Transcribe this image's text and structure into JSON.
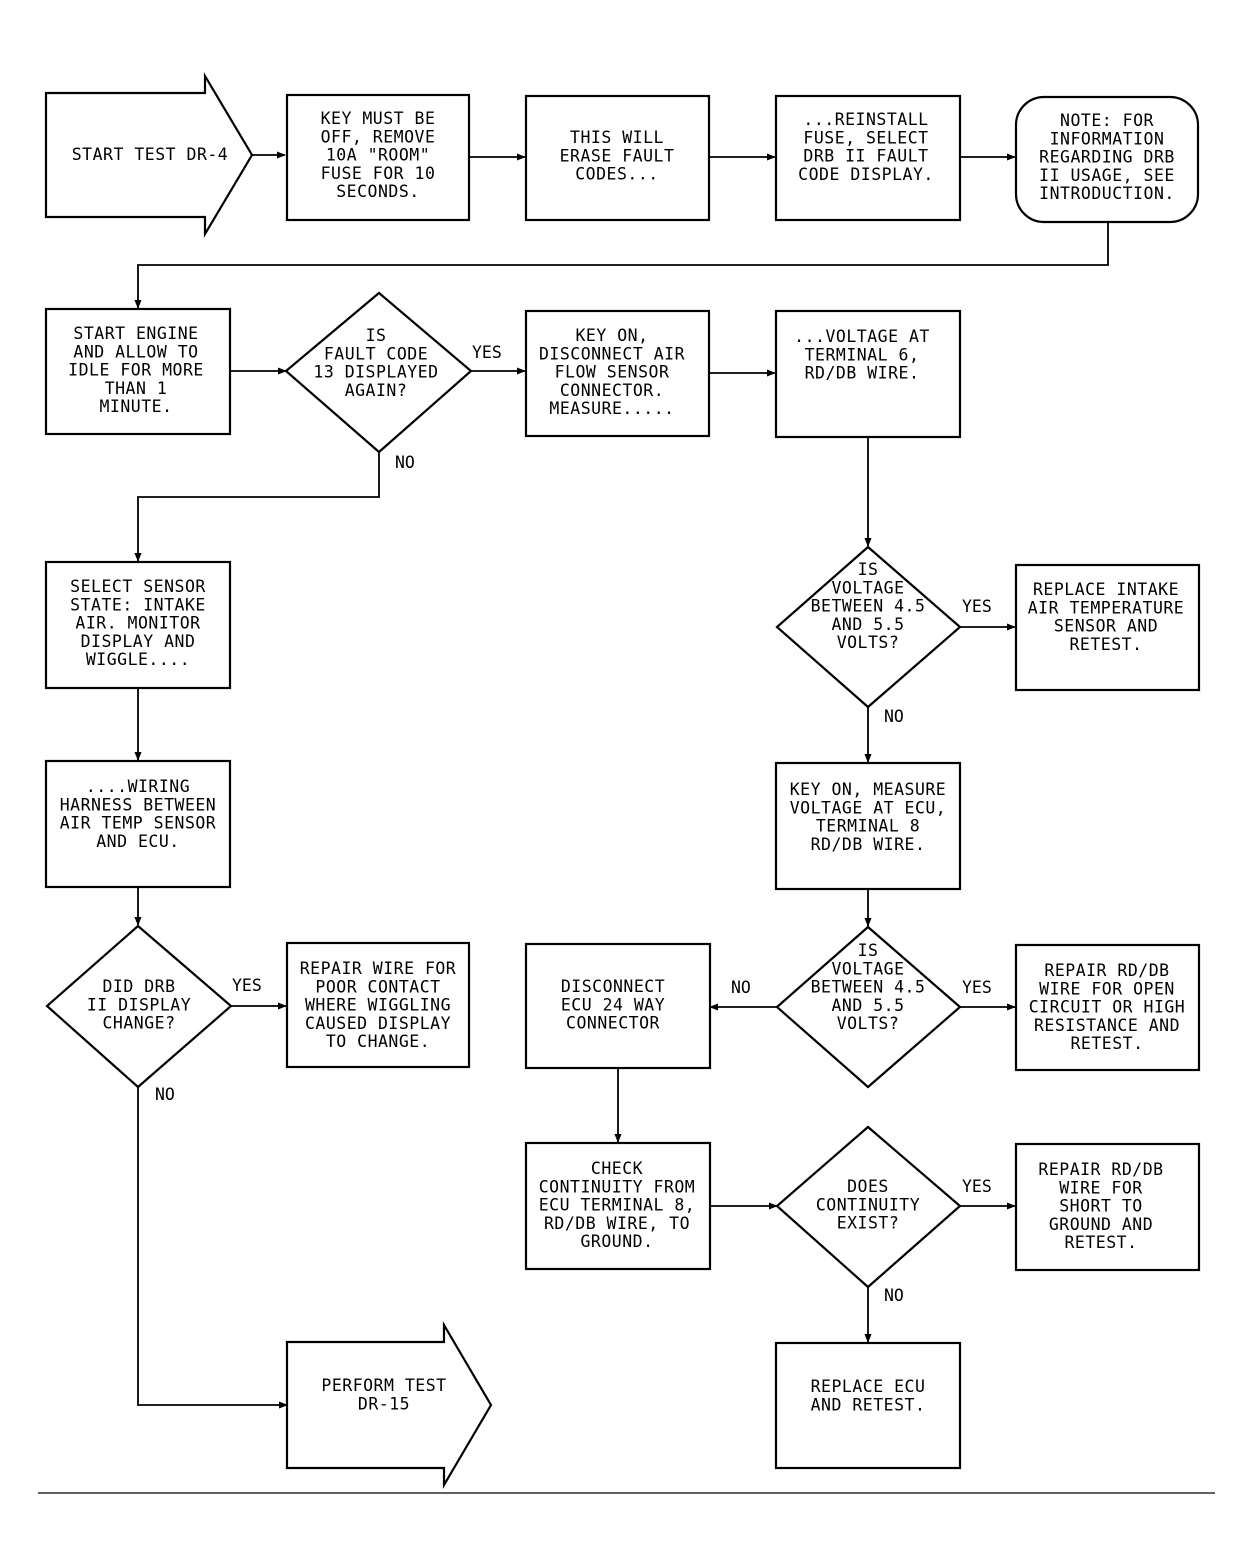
{
  "nodes": {
    "start": [
      "START TEST DR-4"
    ],
    "key_off": [
      "KEY MUST BE",
      "OFF, REMOVE",
      "10A \"ROOM\"",
      "FUSE FOR 10",
      "SECONDS."
    ],
    "erase": [
      "THIS WILL",
      "ERASE FAULT",
      "CODES..."
    ],
    "reinstall": [
      "...REINSTALL",
      "FUSE, SELECT",
      "DRB II FAULT",
      "CODE DISPLAY."
    ],
    "note": [
      "NOTE: FOR",
      "INFORMATION",
      "REGARDING DRB",
      "II USAGE, SEE",
      "INTRODUCTION."
    ],
    "start_engine": [
      "START ENGINE",
      "AND ALLOW TO",
      "IDLE FOR MORE",
      "THAN 1",
      "MINUTE."
    ],
    "fault13": [
      "IS",
      "FAULT CODE",
      "13 DISPLAYED",
      "AGAIN?"
    ],
    "key_on_disconnect": [
      "KEY ON,",
      "DISCONNECT AIR",
      "FLOW SENSOR",
      "CONNECTOR.",
      "MEASURE....."
    ],
    "voltage_t6": [
      "...VOLTAGE AT",
      "TERMINAL 6,",
      "RD/DB WIRE."
    ],
    "select_sensor": [
      "SELECT SENSOR",
      "STATE: INTAKE",
      "AIR. MONITOR",
      "DISPLAY AND",
      "WIGGLE...."
    ],
    "volt_check1": [
      "IS",
      "VOLTAGE",
      "BETWEEN 4.5",
      "AND 5.5",
      "VOLTS?"
    ],
    "replace_iat": [
      "REPLACE INTAKE",
      "AIR TEMPERATURE",
      "SENSOR AND",
      "RETEST."
    ],
    "wiring": [
      "....WIRING",
      "HARNESS BETWEEN",
      "AIR TEMP SENSOR",
      "AND ECU."
    ],
    "key_on_measure": [
      "KEY ON, MEASURE",
      "VOLTAGE AT ECU,",
      "TERMINAL 8",
      "RD/DB WIRE."
    ],
    "drb_change": [
      "DID DRB",
      "II DISPLAY",
      "CHANGE?"
    ],
    "repair_poor": [
      "REPAIR WIRE FOR",
      "POOR CONTACT",
      "WHERE WIGGLING",
      "CAUSED DISPLAY",
      "TO CHANGE."
    ],
    "disconnect_ecu": [
      "DISCONNECT",
      "ECU 24 WAY",
      "CONNECTOR"
    ],
    "volt_check2": [
      "IS",
      "VOLTAGE",
      "BETWEEN 4.5",
      "AND 5.5",
      "VOLTS?"
    ],
    "repair_open": [
      "REPAIR RD/DB",
      "WIRE FOR OPEN",
      "CIRCUIT OR HIGH",
      "RESISTANCE AND",
      "RETEST."
    ],
    "check_continuity": [
      "CHECK",
      "CONTINUITY FROM",
      "ECU TERMINAL 8,",
      "RD/DB WIRE, TO",
      "GROUND."
    ],
    "continuity_exist": [
      "DOES",
      "CONTINUITY",
      "EXIST?"
    ],
    "repair_short": [
      "REPAIR RD/DB",
      "WIRE FOR",
      "SHORT TO",
      "GROUND AND",
      "RETEST."
    ],
    "perform_dr15": [
      "PERFORM TEST",
      "DR-15"
    ],
    "replace_ecu": [
      "REPLACE ECU",
      "AND RETEST."
    ]
  },
  "edge_labels": {
    "fault13_yes": "YES",
    "fault13_no": "NO",
    "volt1_yes": "YES",
    "volt1_no": "NO",
    "drb_yes": "YES",
    "drb_no": "NO",
    "volt2_no": "NO",
    "volt2_yes": "YES",
    "cont_yes": "YES",
    "cont_no": "NO"
  }
}
